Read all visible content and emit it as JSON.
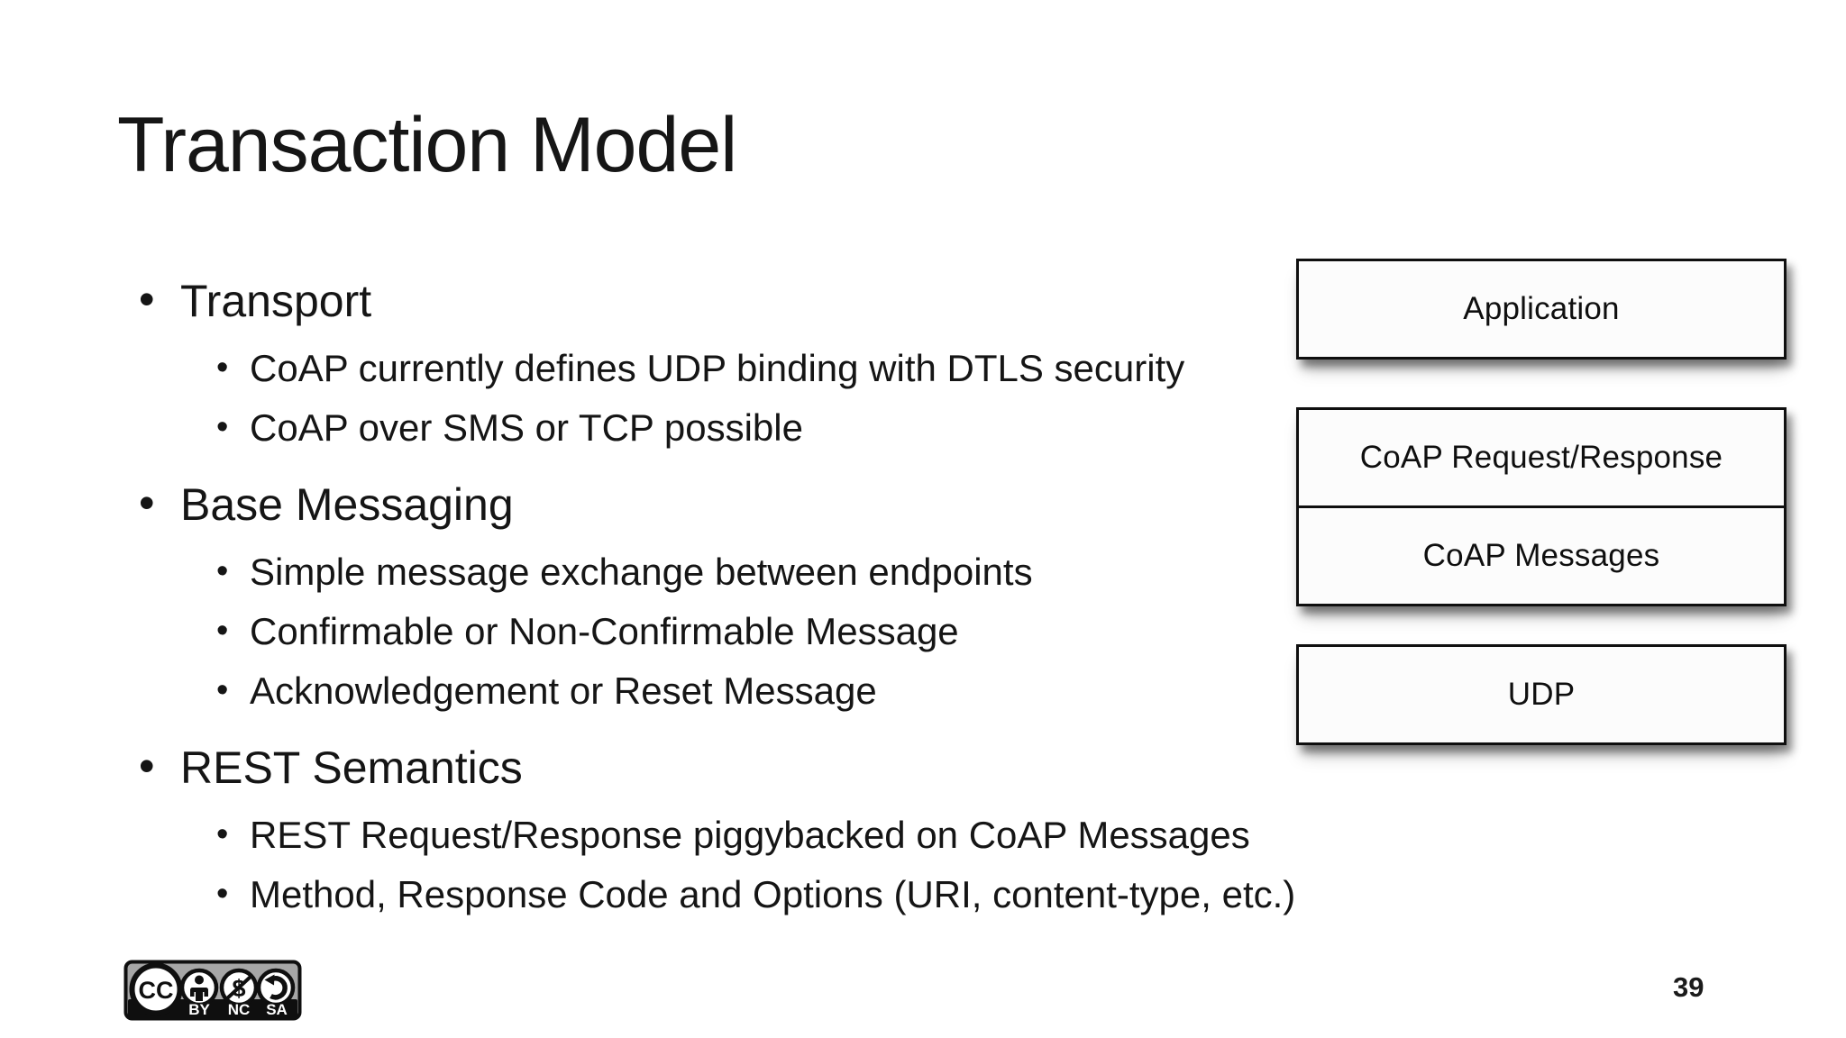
{
  "slide": {
    "title": "Transaction Model",
    "page_number": "39"
  },
  "bullets": [
    {
      "label": "Transport",
      "subs": [
        "CoAP currently defines UDP binding with DTLS security",
        "CoAP over SMS or TCP possible"
      ]
    },
    {
      "label": "Base Messaging",
      "subs": [
        "Simple message exchange between endpoints",
        "Confirmable or Non-Confirmable Message",
        "Acknowledgement or Reset Message"
      ]
    },
    {
      "label": "REST Semantics",
      "subs": [
        "REST Request/Response piggybacked on CoAP Messages",
        "Method, Response Code and Options (URI, content-type, etc.)"
      ]
    }
  ],
  "diagram": {
    "layers": [
      {
        "label": "Application"
      },
      {
        "label": "CoAP Request/Response"
      },
      {
        "label": "CoAP Messages"
      },
      {
        "label": "UDP"
      }
    ]
  },
  "license": {
    "cc_label": "CC",
    "nc_symbol": "$",
    "terms": [
      {
        "label": "BY"
      },
      {
        "label": "NC"
      },
      {
        "label": "SA"
      }
    ]
  },
  "colors": {
    "text": "#151515",
    "box_border": "#0f0f0f",
    "box_fill": "#fcfcfc",
    "badge_gray": "#a6a6a6",
    "badge_black": "#0f0f0f",
    "badge_label_white": "#ffffff"
  }
}
